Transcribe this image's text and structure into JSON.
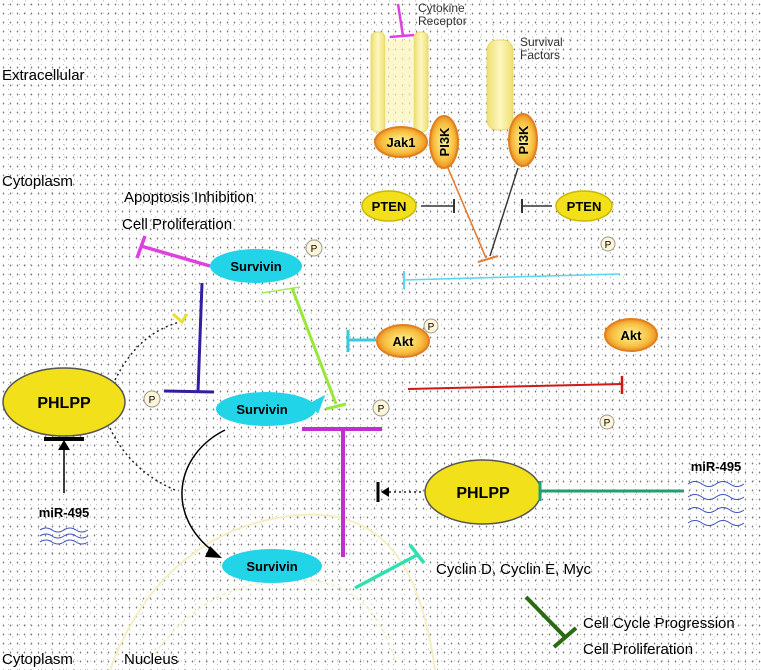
{
  "regions": {
    "extracellular": "Extracellular",
    "cytoplasm_top": "Cytoplasm",
    "cytoplasm_bottom": "Cytoplasm",
    "nucleus": "Nucleus"
  },
  "receptors": {
    "cytokine": [
      "Cytokine",
      "Receptor"
    ],
    "survival": [
      "Survival",
      "Factors"
    ]
  },
  "nodes": {
    "jak1": "Jak1",
    "pi3k_left": "PI3K",
    "pi3k_right": "PI3K",
    "pten_left": "PTEN",
    "pten_right": "PTEN",
    "akt_left": "Akt",
    "akt_right": "Akt",
    "survivin_top": "Survivin",
    "survivin_mid": "Survivin",
    "survivin_nucleus": "Survivin",
    "phlpp_left": "PHLPP",
    "phlpp_right": "PHLPP",
    "mir_left": "miR-495",
    "mir_right": "miR-495"
  },
  "phospho_mark": "P",
  "outcomes": {
    "apoptosis": "Apoptosis Inhibition",
    "proliferation_top": "Cell Proliferation",
    "cyclins": "Cyclin D, Cyclin E, Myc",
    "cell_cycle": "Cell Cycle Progression",
    "proliferation_bottom": "Cell Proliferation"
  },
  "colors": {
    "node_yellow": "#f2e01a",
    "node_orange": "#f0a030",
    "survivin_cyan": "#22d4e8",
    "receptor_yellow": "#fbf2a0"
  }
}
